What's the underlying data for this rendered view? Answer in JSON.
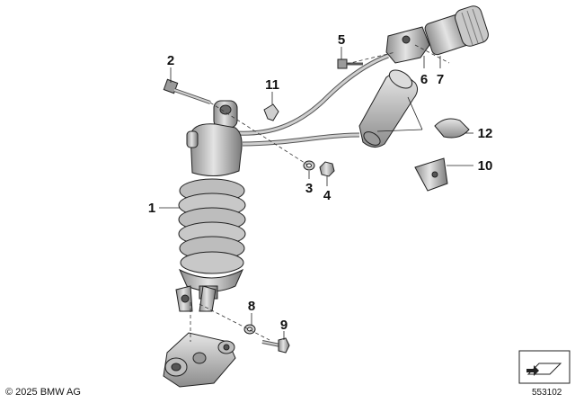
{
  "callouts": {
    "c1": "1",
    "c2": "2",
    "c3": "3",
    "c4": "4",
    "c5": "5",
    "c6": "6",
    "c7": "7",
    "c8": "8",
    "c9": "9",
    "c10": "10",
    "c11": "11",
    "c12": "12"
  },
  "footer": {
    "copyright": "© 2025 BMW AG",
    "diagram_number": "553102"
  },
  "colors": {
    "part_fill": "#d2d2d2",
    "part_dark": "#8a8a8a",
    "outline": "#222222"
  }
}
